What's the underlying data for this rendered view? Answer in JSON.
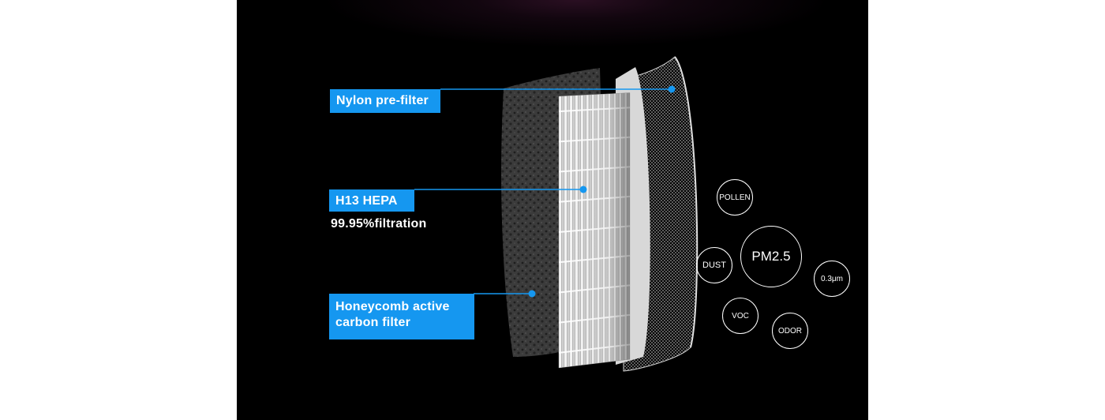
{
  "callouts": {
    "prefilter": {
      "label": "Nylon pre-filter"
    },
    "hepa": {
      "label": "H13 HEPA",
      "sub": "99.95%filtration"
    },
    "carbon": {
      "line1": "Honeycomb active",
      "line2": "carbon filter"
    }
  },
  "particles": {
    "pollen": "POLLEN",
    "pm25": "PM2.5",
    "dust": "DUST",
    "size": "0.3μm",
    "voc": "VOC",
    "odor": "ODOR"
  },
  "colors": {
    "accent": "#1597f0",
    "background": "#000000",
    "foam": "#3a3a3a",
    "pleat": "#e9e9e9"
  }
}
